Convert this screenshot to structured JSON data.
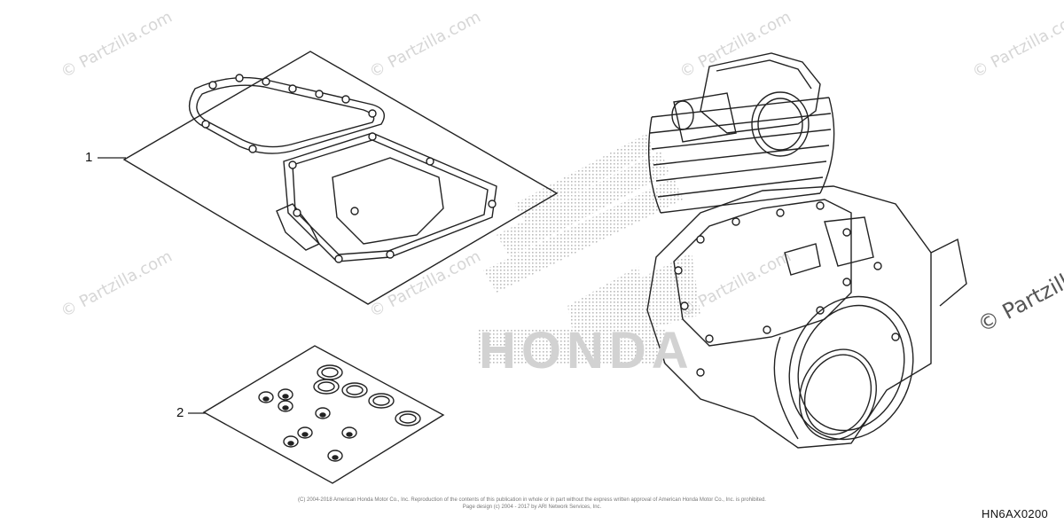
{
  "diagram": {
    "callouts": [
      {
        "label": "1"
      },
      {
        "label": "2"
      }
    ],
    "watermark_text": "© Partzilla.com",
    "logo_text": "HONDA",
    "part_code": "HN6AX0200",
    "footer_line1": "(C) 2004-2018 American Honda Motor Co., Inc. Reproduction of the contents of this publication in whole or in part without the express written approval of American Honda Motor Co., Inc. is prohibited.",
    "footer_line2": "Page design (c) 2004 - 2017 by ARI Network Services, Inc.",
    "colors": {
      "line": "#222222",
      "watermark": "#d6d6d6",
      "background": "#ffffff"
    }
  }
}
